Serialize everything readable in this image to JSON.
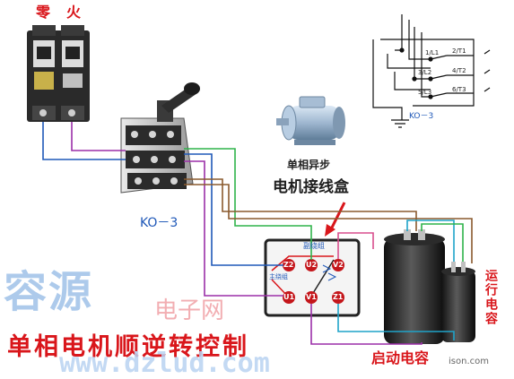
{
  "breaker": {
    "neutral_label": "零",
    "live_label": "火"
  },
  "switch": {
    "model_label": "KO－3"
  },
  "motor": {
    "caption": "单相异步",
    "junction_box_label": "电机接线盒"
  },
  "terminal_box": {
    "title": "副绕组",
    "main_winding": "主绕组",
    "terminals": [
      "Z2",
      "U2",
      "V2",
      "U1",
      "Z1",
      "V1"
    ]
  },
  "schematic": {
    "switch_label": "KO－3",
    "terminal_labels": [
      "1/L1",
      "2/T1",
      "3/L2",
      "4/T2",
      "5/L3",
      "6/T3"
    ]
  },
  "capacitors": {
    "start_label": "启动电容",
    "run_label": "运行电容"
  },
  "title": "单相电机顺逆转控制",
  "watermark": {
    "brand": "容源",
    "sub": "电子网",
    "url": "www.dzlud.com",
    "tiny": "ison.com"
  },
  "colors": {
    "red": "#d9161b",
    "blue": "#1f58b8",
    "green": "#2fb34a",
    "purple": "#9b2fa8",
    "cyan": "#1fa3c9",
    "brown": "#8a5a2e",
    "pink": "#d84f8e"
  }
}
